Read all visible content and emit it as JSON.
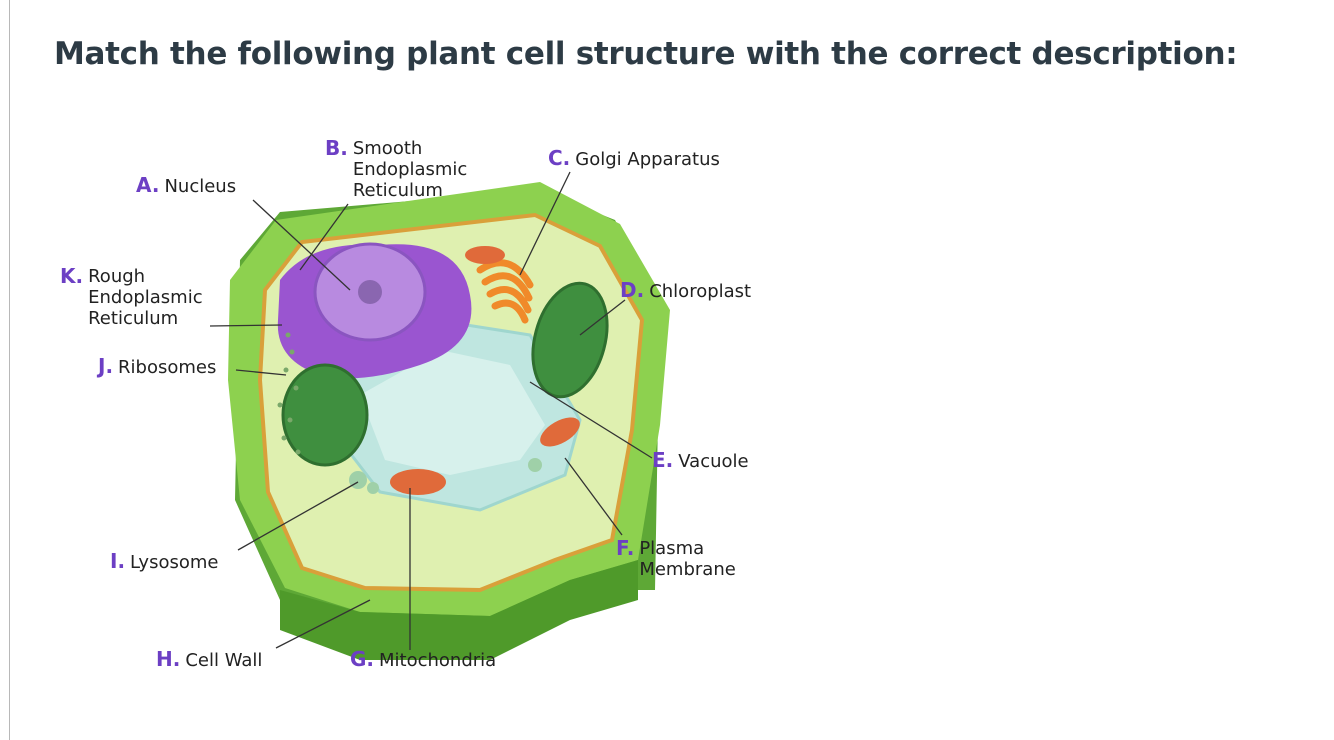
{
  "question": {
    "text": "Match the following plant cell structure with the correct description:"
  },
  "diagram": {
    "labels": [
      {
        "id": "A",
        "letter": "A.",
        "lines": [
          "Nucleus"
        ]
      },
      {
        "id": "B",
        "letter": "B.",
        "lines": [
          "Smooth",
          "Endoplasmic",
          "Reticulum"
        ]
      },
      {
        "id": "C",
        "letter": "C.",
        "lines": [
          "Golgi Apparatus"
        ]
      },
      {
        "id": "D",
        "letter": "D.",
        "lines": [
          "Chloroplast"
        ]
      },
      {
        "id": "E",
        "letter": "E.",
        "lines": [
          "Vacuole"
        ]
      },
      {
        "id": "F",
        "letter": "F.",
        "lines": [
          "Plasma",
          "Membrane"
        ]
      },
      {
        "id": "G",
        "letter": "G.",
        "lines": [
          "Mitochondria"
        ]
      },
      {
        "id": "H",
        "letter": "H.",
        "lines": [
          "Cell Wall"
        ]
      },
      {
        "id": "I",
        "letter": "I.",
        "lines": [
          "Lysosome"
        ]
      },
      {
        "id": "J",
        "letter": "J.",
        "lines": [
          "Ribosomes"
        ]
      },
      {
        "id": "K",
        "letter": "K.",
        "lines": [
          "Rough",
          "Endoplasmic",
          "Reticulum"
        ]
      }
    ],
    "colors": {
      "cell_wall": "#7cc242",
      "cell_wall_dark": "#4f9a2a",
      "cytoplasm": "#dff0b0",
      "membrane": "#d9a03a",
      "vacuole": "#bfe6e0",
      "nucleus": "#a86bd8",
      "nucleolus": "#8a66b0",
      "rough_er": "#9a55d0",
      "golgi": "#f08a2a",
      "chloroplast": "#4fa04f",
      "mitochondria": "#e06a3a",
      "lysosome": "#9fd0a8",
      "leader_line": "#333333",
      "letter": "#6c3fc4"
    }
  }
}
